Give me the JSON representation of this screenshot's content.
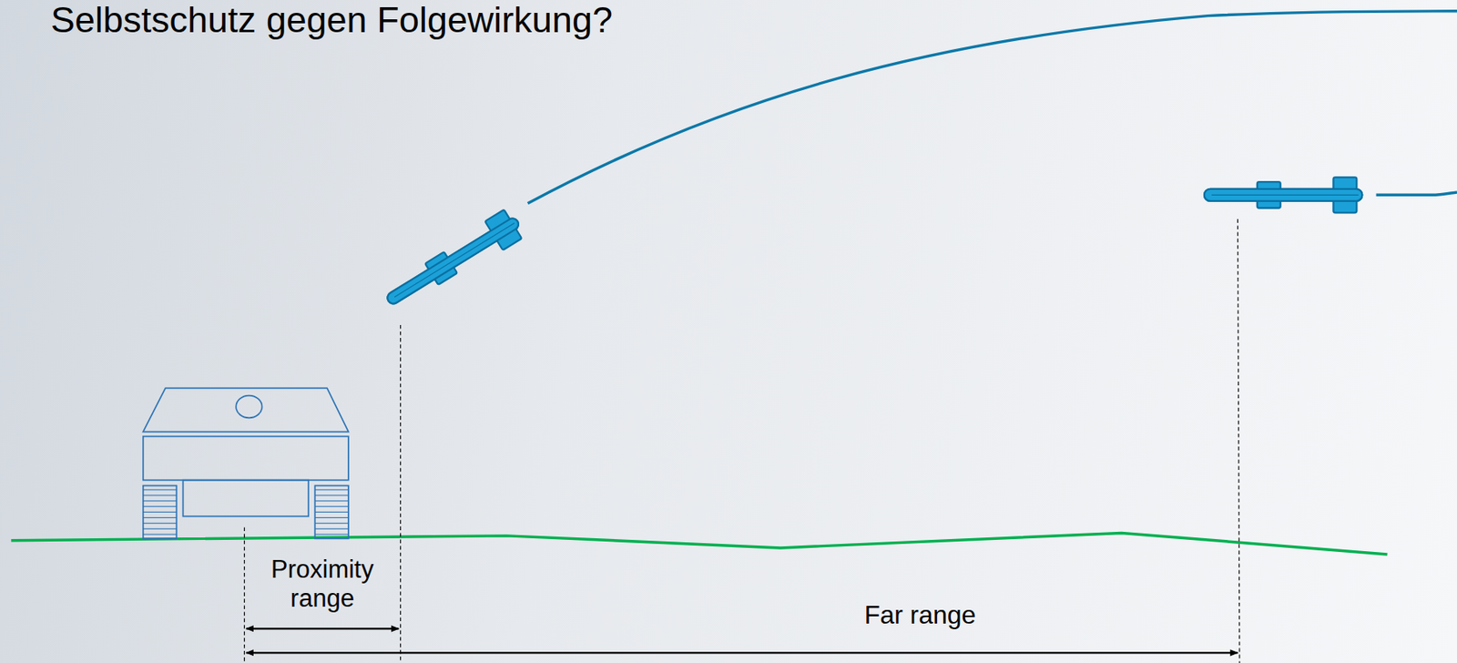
{
  "diagram": {
    "title": "Selbstschutz gegen Folgewirkung?",
    "labels": [
      "Proximity range",
      "Far range"
    ]
  }
}
